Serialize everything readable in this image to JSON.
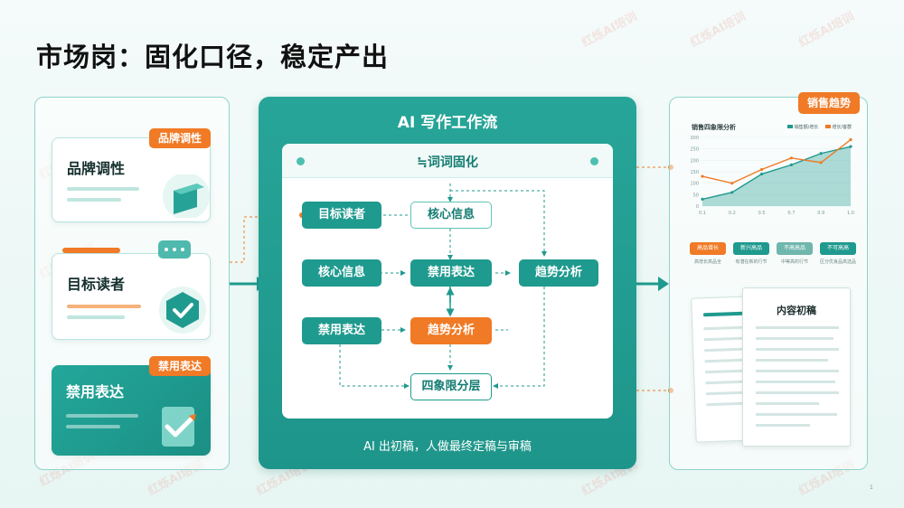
{
  "title": "市场岗：固化口径，稳定产出",
  "left": {
    "cards": [
      {
        "name": "品牌调性",
        "tag": "品牌调性"
      },
      {
        "name": "目标读者",
        "tag": ""
      },
      {
        "name": "禁用表达",
        "tag": "禁用表达"
      }
    ]
  },
  "middle": {
    "title": "AI 写作工作流",
    "header": "≒词词固化",
    "footer": "AI 出初稿，人做最终定稿与审稿",
    "nodes": {
      "target_readers": "目标读者",
      "core_info_top": "核心信息",
      "core_info_left": "核心信息",
      "banned_center": "禁用表达",
      "trend_right": "趋势分析",
      "banned_left": "禁用表达",
      "trend_center": "趋势分析",
      "four_quadrant": "四象限分层"
    }
  },
  "right": {
    "tag": "销售趋势",
    "chart_title": "销售四象限分析",
    "legend": [
      "销售额/增长",
      "增长/客群"
    ],
    "yticks": [
      "300",
      "250",
      "200",
      "150",
      "100",
      "50",
      "0"
    ],
    "xticks": [
      "0.1",
      "0.2",
      "0.5",
      "0.7",
      "0.9",
      "1.0"
    ],
    "keywords": [
      {
        "label": "高品增长",
        "sub": "高增长高品全",
        "color": "#f07a25"
      },
      {
        "label": "新兴高品",
        "sub": "有潜在新的行节",
        "color": "#1f9a8e"
      },
      {
        "label": "不高高品",
        "sub": "中等高的行节",
        "color": "#6fb6ad"
      },
      {
        "label": "不可高高",
        "sub": "区分优良品高选品",
        "color": "#1f9a8e"
      }
    ],
    "doc_title": "内容初稿"
  },
  "watermark": "红烁AI培训",
  "page_number": "1",
  "chart_data": {
    "type": "area",
    "title": "销售四象限分析",
    "x": [
      "0.1",
      "0.2",
      "0.5",
      "0.7",
      "0.9",
      "1.0"
    ],
    "ylim": [
      0,
      300
    ],
    "series": [
      {
        "name": "销售额/增长",
        "values": [
          30,
          60,
          140,
          180,
          230,
          260
        ],
        "color": "#1f9a8e"
      },
      {
        "name": "增长/客群",
        "values": [
          130,
          100,
          160,
          210,
          190,
          290
        ],
        "color": "#f07a25"
      }
    ]
  },
  "colors": {
    "teal": "#1f9a8e",
    "orange": "#f07a25"
  }
}
